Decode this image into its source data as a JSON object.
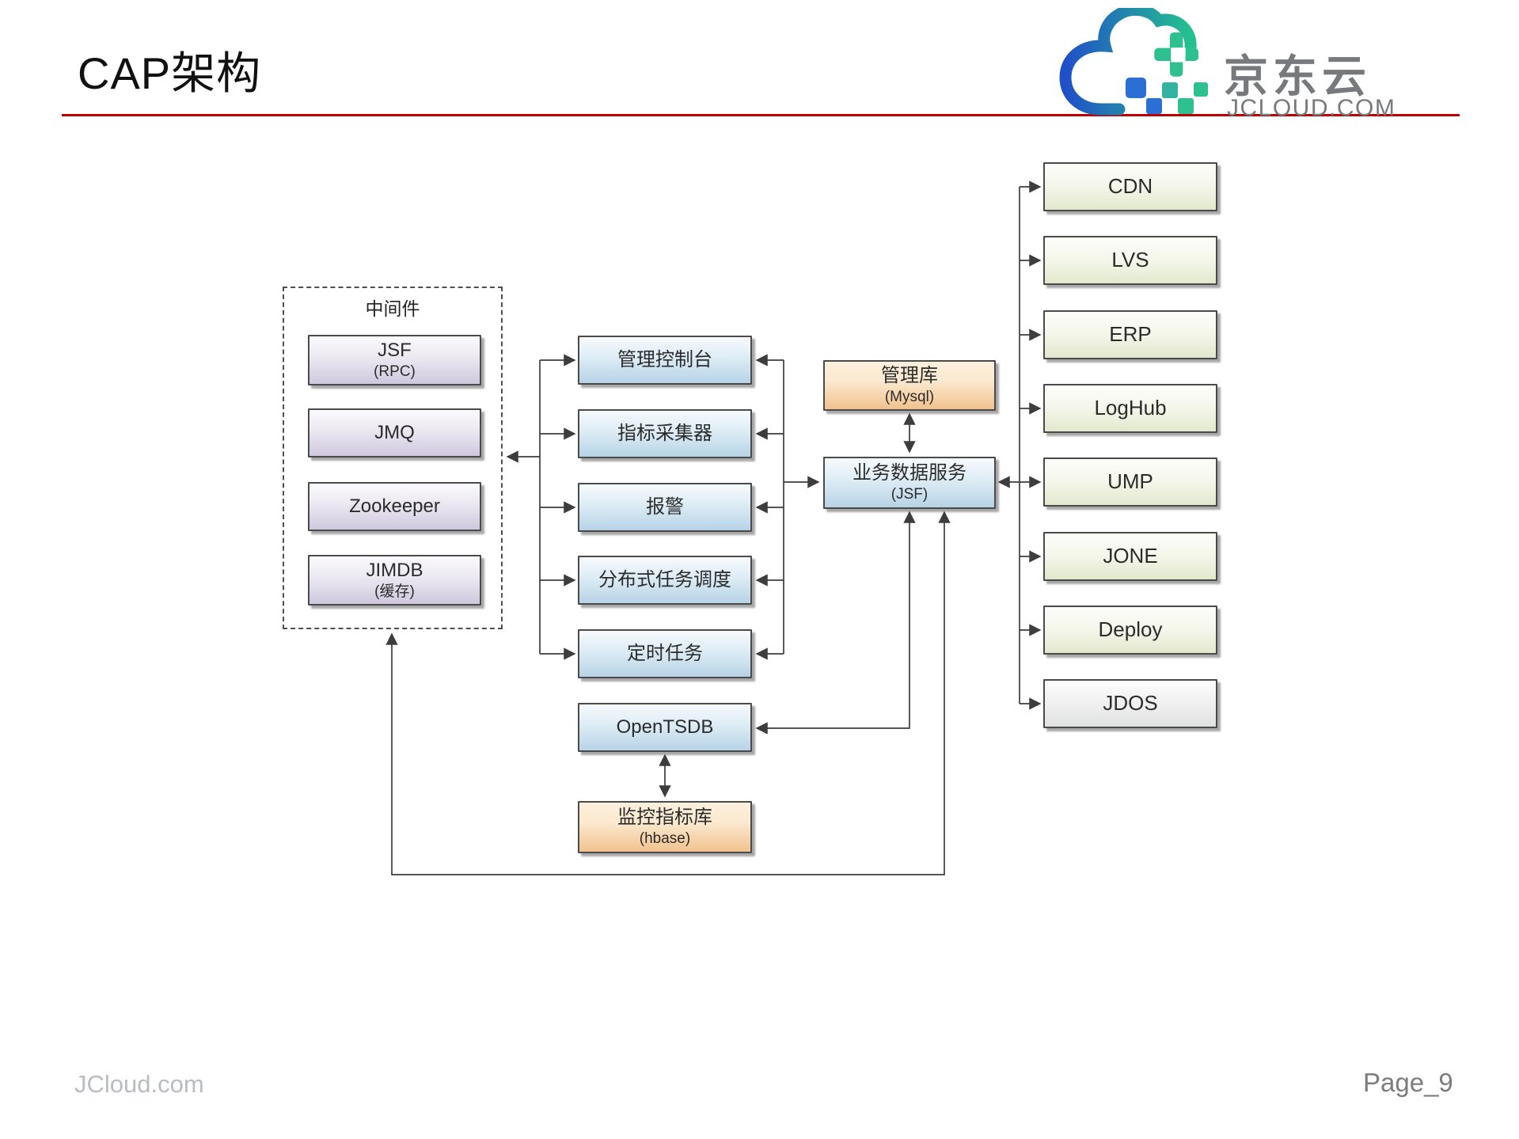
{
  "page": {
    "title": "CAP架构",
    "footer_left": "JCloud.com",
    "footer_right": "Page_9"
  },
  "logo": {
    "name": "京东云",
    "domain": "JCLOUD.COM"
  },
  "colors": {
    "divider_red": "#c00000",
    "logo_gradient_blue": "#2050c8",
    "logo_gradient_green": "#25c08f",
    "middleware_box_purple": "#cfc8de",
    "monitor_box_blue": "#b7d3e6",
    "database_box_orange": "#f1c28e",
    "product_box_green": "#e2e8cc",
    "jdos_box_gray": "#e0e1e1"
  },
  "diagram": {
    "middleware": {
      "label": "中间件",
      "items": [
        {
          "title": "JSF",
          "subtitle": "(RPC)"
        },
        {
          "title": "JMQ"
        },
        {
          "title": "Zookeeper"
        },
        {
          "title": "JIMDB",
          "subtitle": "(缓存)"
        }
      ]
    },
    "monitor": [
      "管理控制台",
      "指标采集器",
      "报警",
      "分布式任务调度",
      "定时任务",
      "OpenTSDB"
    ],
    "metric_store": {
      "title": "监控指标库",
      "subtitle": "(hbase)"
    },
    "admin_db": {
      "title": "管理库",
      "subtitle": "(Mysql)"
    },
    "business_service": {
      "title": "业务数据服务",
      "subtitle": "(JSF)"
    },
    "products": [
      "CDN",
      "LVS",
      "ERP",
      "LogHub",
      "UMP",
      "JONE",
      "Deploy",
      "JDOS"
    ]
  }
}
